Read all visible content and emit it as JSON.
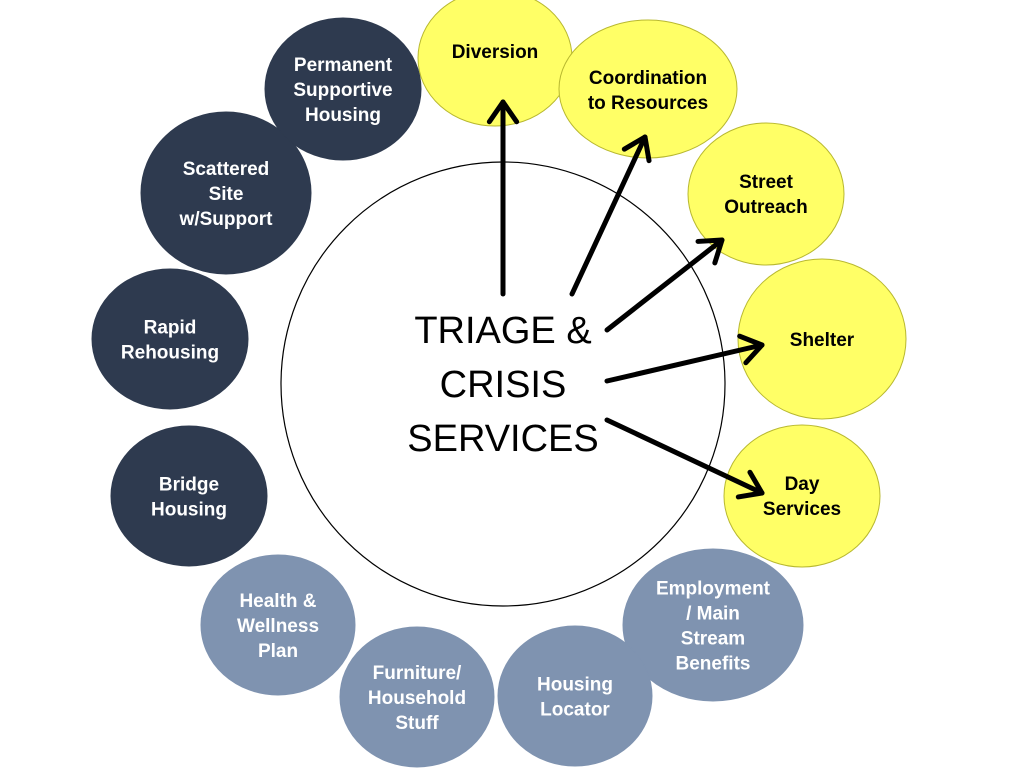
{
  "colors": {
    "yellow_fill": "#FFFF66",
    "yellow_stroke": "#B8B830",
    "dark_fill": "#2E3A4F",
    "dark_text": "#FFFFFF",
    "slate_fill": "#7F93B0",
    "slate_text": "#FFFFFF",
    "yellow_text": "#000000",
    "arrow": "#000000",
    "center_stroke": "#000000",
    "center_text": "#000000"
  },
  "center": {
    "lines": [
      "TRIAGE &",
      "CRISIS",
      "SERVICES"
    ]
  },
  "nodes": [
    {
      "id": "diversion",
      "group": "yellow",
      "lines": [
        "Diversion"
      ]
    },
    {
      "id": "coordination-to-resources",
      "group": "yellow",
      "lines": [
        "Coordination",
        "to Resources"
      ]
    },
    {
      "id": "street-outreach",
      "group": "yellow",
      "lines": [
        "Street",
        "Outreach"
      ]
    },
    {
      "id": "shelter",
      "group": "yellow",
      "lines": [
        "Shelter"
      ]
    },
    {
      "id": "day-services",
      "group": "yellow",
      "lines": [
        "Day",
        "Services"
      ]
    },
    {
      "id": "employment-benefits",
      "group": "slate",
      "lines": [
        "Employment",
        "/ Main",
        "Stream",
        "Benefits"
      ]
    },
    {
      "id": "housing-locator",
      "group": "slate",
      "lines": [
        "Housing",
        "Locator"
      ]
    },
    {
      "id": "furniture-household-stuff",
      "group": "slate",
      "lines": [
        "Furniture/",
        "Household",
        "Stuff"
      ]
    },
    {
      "id": "health-wellness-plan",
      "group": "slate",
      "lines": [
        "Health &",
        "Wellness",
        "Plan"
      ]
    },
    {
      "id": "bridge-housing",
      "group": "dark",
      "lines": [
        "Bridge",
        "Housing"
      ]
    },
    {
      "id": "rapid-rehousing",
      "group": "dark",
      "lines": [
        "Rapid",
        "Rehousing"
      ]
    },
    {
      "id": "scattered-site",
      "group": "dark",
      "lines": [
        "Scattered",
        "Site",
        "w/Support"
      ]
    },
    {
      "id": "permanent-supportive-housing",
      "group": "dark",
      "lines": [
        "Permanent",
        "Supportive",
        "Housing"
      ]
    }
  ],
  "arrows": [
    {
      "from": "center",
      "to": "diversion"
    },
    {
      "from": "center",
      "to": "coordination-to-resources"
    },
    {
      "from": "center",
      "to": "street-outreach"
    },
    {
      "from": "center",
      "to": "shelter"
    },
    {
      "from": "center",
      "to": "day-services"
    }
  ]
}
